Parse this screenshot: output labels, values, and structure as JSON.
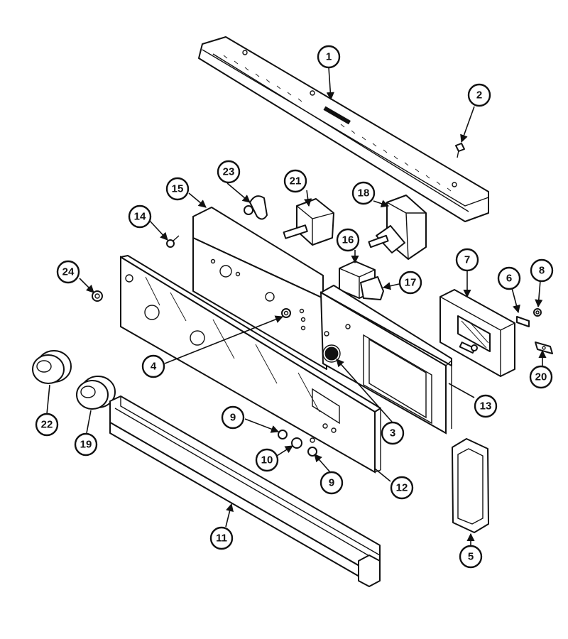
{
  "callouts": {
    "c1": "1",
    "c2": "2",
    "c3": "3",
    "c4": "4",
    "c5": "5",
    "c6": "6",
    "c7": "7",
    "c8": "8",
    "c9a": "9",
    "c9b": "9",
    "c10": "10",
    "c11": "11",
    "c12": "12",
    "c13": "13",
    "c14": "14",
    "c15": "15",
    "c16": "16",
    "c17": "17",
    "c18": "18",
    "c19": "19",
    "c20": "20",
    "c21": "21",
    "c22": "22",
    "c23": "23",
    "c24": "24"
  }
}
